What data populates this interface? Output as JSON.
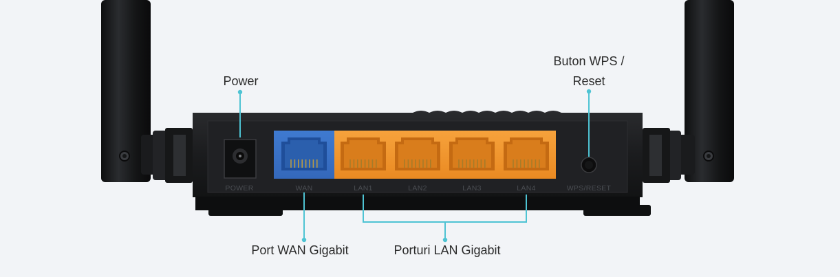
{
  "callouts": {
    "power": "Power",
    "wps_reset_line1": "Buton WPS /",
    "wps_reset_line2": "Reset",
    "wan_port": "Port WAN Gigabit",
    "lan_ports": "Porturi LAN Gigabit"
  },
  "port_labels": {
    "power": "POWER",
    "wan": "WAN",
    "lan1": "LAN1",
    "lan2": "LAN2",
    "lan3": "LAN3",
    "lan4": "LAN4",
    "wps_reset": "WPS/RESET"
  },
  "colors": {
    "background": "#f2f4f7",
    "router_body": "#1d1e20",
    "wan_panel": "#3a73c9",
    "lan_panel": "#f0952e",
    "callout_line": "#4ec3d3"
  }
}
